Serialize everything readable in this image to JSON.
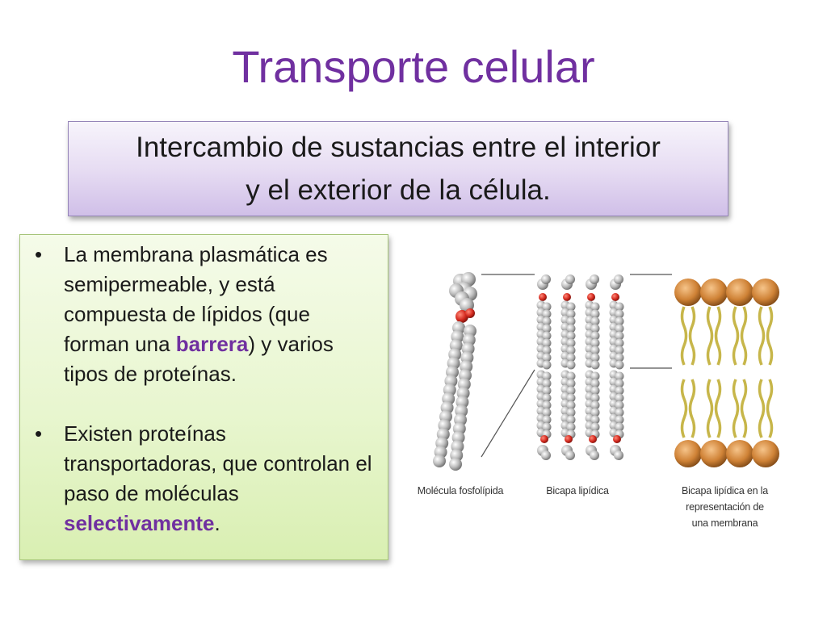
{
  "slide": {
    "title": "Transporte celular",
    "subtitle_line1": "Intercambio de sustancias entre el interior",
    "subtitle_line2": "y el exterior de la célula."
  },
  "bullets": [
    {
      "before": "La membrana plasmática es semipermeable, y está compuesta de lípidos (que forman una ",
      "highlight": "barrera",
      "after": ") y varios tipos de proteínas."
    },
    {
      "before": "Existen proteínas transportadoras, que controlan el paso de moléculas ",
      "highlight": "selectivamente",
      "after": "."
    }
  ],
  "figure": {
    "caption_molecule": "Molécula fosfolípida",
    "caption_bilayer": "Bicapa lipídica",
    "caption_representation_line1": "Bicapa lipídica en la",
    "caption_representation_line2": "representación de",
    "caption_representation_line3": "una membrana"
  },
  "colors": {
    "title": "#7030a0",
    "highlight": "#7030a0",
    "subtitle_box": "#d8c8ee",
    "bullets_box": "#e6f5c9",
    "head_group": "#d2873a",
    "tail": "#c8b850",
    "atom": "#bdbdbd",
    "phosphate": "#d42a1f"
  }
}
